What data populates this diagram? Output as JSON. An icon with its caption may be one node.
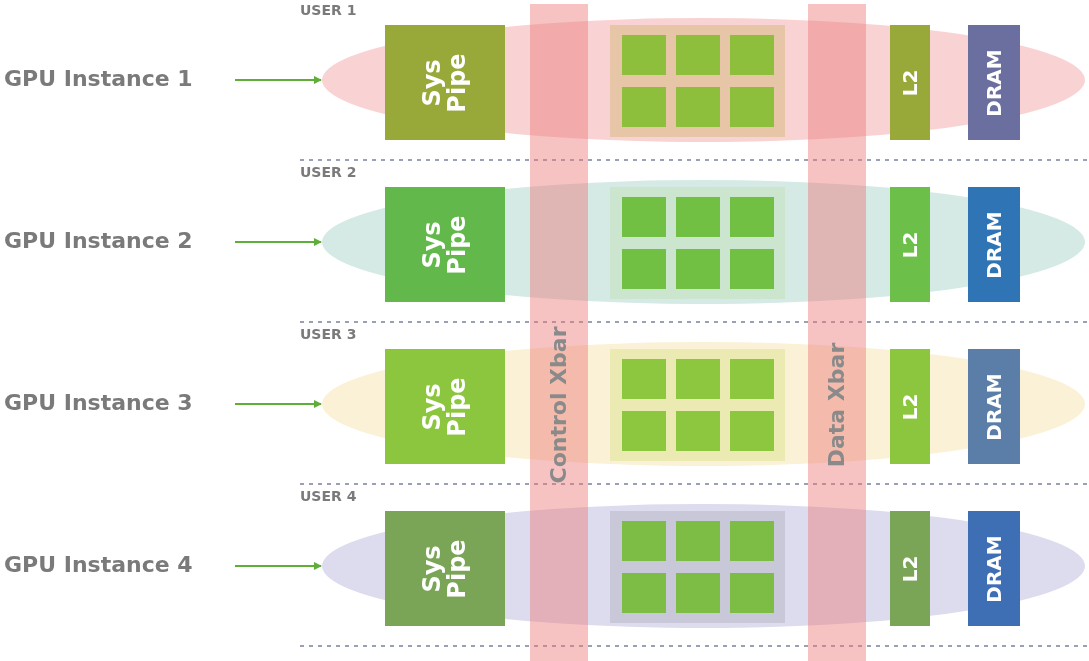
{
  "diagram": {
    "nodes": [
      {
        "text": [
          "GPU Instance 1"
        ]
      },
      {
        "text": [],
        "shape": "ellipse"
      },
      {
        "text": [
          "Sys Pipe"
        ],
        "in": 1
      },
      {
        "text": [],
        "shape": "box",
        "in": 1
      },
      {
        "text": [],
        "shape": "box",
        "in": 3
      },
      {
        "text": [],
        "shape": "box",
        "in": 3
      },
      {
        "text": [],
        "shape": "box",
        "in": 3
      },
      {
        "text": [],
        "shape": "box",
        "in": 3
      },
      {
        "text": [],
        "shape": "box",
        "in": 3
      },
      {
        "text": [],
        "shape": "box",
        "in": 3
      },
      {
        "text": [
          "L2"
        ],
        "in": 1
      },
      {
        "text": [
          "DRAM"
        ],
        "in": 1
      },
      {
        "text": [
          "GPU Instance 2"
        ]
      },
      {
        "text": [],
        "shape": "ellipse"
      },
      {
        "text": [
          "Sys Pipe"
        ],
        "in": 13
      },
      {
        "text": [],
        "shape": "box",
        "in": 13
      },
      {
        "text": [],
        "shape": "box",
        "in": 15
      },
      {
        "text": [],
        "shape": "box",
        "in": 15
      },
      {
        "text": [],
        "shape": "box",
        "in": 15
      },
      {
        "text": [],
        "shape": "box",
        "in": 15
      },
      {
        "text": [],
        "shape": "box",
        "in": 15
      },
      {
        "text": [],
        "shape": "box",
        "in": 15
      },
      {
        "text": [
          "L2"
        ],
        "in": 13
      },
      {
        "text": [
          "DRAM"
        ],
        "in": 13
      },
      {
        "text": [
          "GPU Instance 3"
        ]
      },
      {
        "text": [],
        "shape": "ellipse"
      },
      {
        "text": [
          "Sys Pipe"
        ],
        "in": 25
      },
      {
        "text": [],
        "shape": "box",
        "in": 25
      },
      {
        "text": [],
        "shape": "box",
        "in": 27
      },
      {
        "text": [],
        "shape": "box",
        "in": 27
      },
      {
        "text": [],
        "shape": "box",
        "in": 27
      },
      {
        "text": [],
        "shape": "box",
        "in": 27
      },
      {
        "text": [],
        "shape": "box",
        "in": 27
      },
      {
        "text": [],
        "shape": "box",
        "in": 27
      },
      {
        "text": [
          "L2"
        ],
        "in": 25
      },
      {
        "text": [
          "DRAM"
        ],
        "in": 25
      },
      {
        "text": [
          "GPU Instance 4"
        ]
      },
      {
        "text": [],
        "shape": "ellipse"
      },
      {
        "text": [
          "Sys Pipe"
        ],
        "in": 37
      },
      {
        "text": [],
        "shape": "box",
        "in": 37
      },
      {
        "text": [],
        "shape": "box",
        "in": 39
      },
      {
        "text": [],
        "shape": "box",
        "in": 39
      },
      {
        "text": [],
        "shape": "box",
        "in": 39
      },
      {
        "text": [],
        "shape": "box",
        "in": 39
      },
      {
        "text": [],
        "shape": "box",
        "in": 39
      },
      {
        "text": [],
        "shape": "box",
        "in": 39
      },
      {
        "text": [
          "L2"
        ],
        "in": 37
      },
      {
        "text": [
          "DRAM"
        ],
        "in": 37
      },
      {
        "text": [
          "Control Xbar"
        ]
      },
      {
        "text": [
          "Data Xbar"
        ]
      }
    ],
    "edges": [
      {
        "from": 0,
        "to": 1,
        "arrow": "to"
      },
      {
        "from": 12,
        "to": 13,
        "arrow": "to"
      },
      {
        "from": 24,
        "to": 25,
        "arrow": "to"
      },
      {
        "from": 36,
        "to": 37,
        "arrow": "to"
      }
    ],
    "labels": [
      "USER 1",
      "USER 2",
      "USER 3",
      "USER 4"
    ]
  }
}
